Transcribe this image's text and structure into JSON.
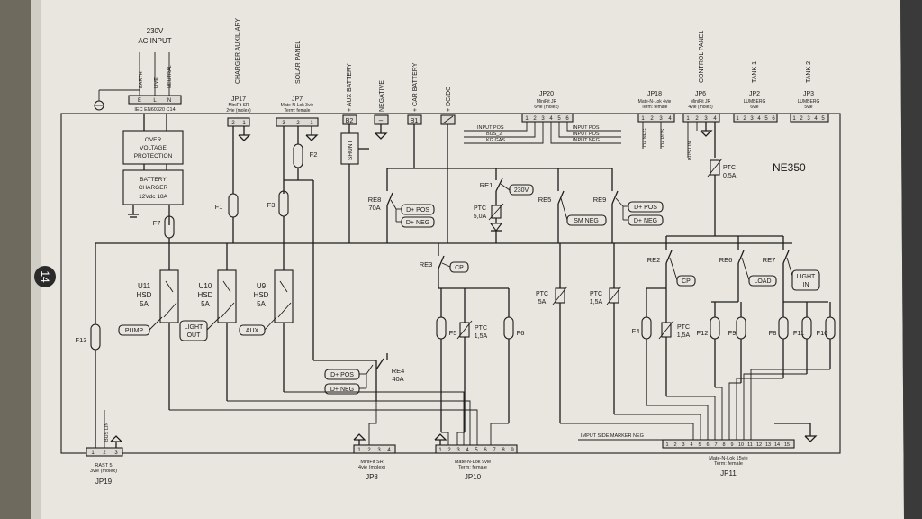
{
  "page": {
    "number": "14",
    "model": "NE350"
  },
  "ac_input": {
    "title_line1": "230V",
    "title_line2": "AC INPUT",
    "earth": "EARTH",
    "live": "LIVE",
    "neutral": "NEUTRAL",
    "pins": [
      "E",
      "L",
      "N"
    ],
    "connector": "IEC EN60320 C14"
  },
  "blocks": {
    "ovp": [
      "OVER",
      "VOLTAGE",
      "PROTECTION"
    ],
    "charger": [
      "BATTERY",
      "CHARGER",
      "12Vdc 18A"
    ]
  },
  "top_connectors": {
    "charger_aux": "CHARGER AUXILIARY",
    "jp17": "JP17",
    "jp17_desc": [
      "MiniFit SR",
      "2vie (molex)"
    ],
    "jp17_pins": [
      "2",
      "1"
    ],
    "solar": "SOLAR PANEL",
    "jp7": "JP7",
    "jp7_desc": [
      "Mate-N-Lok 3vie",
      "Term: female"
    ],
    "jp7_pins": [
      "3",
      "2",
      "1"
    ],
    "aux_battery": "+ AUX BATTERY",
    "b2": "B2",
    "negative": "NEGATIVE",
    "minus": "–",
    "car_battery": "+ CAR BATTERY",
    "b1": "B1",
    "dcdc": "+ DC/DC",
    "jp20": "JP20",
    "jp20_desc": [
      "MiniFit JR",
      "6vie (molex)"
    ],
    "jp20_pins": [
      "1",
      "2",
      "3",
      "4",
      "5",
      "6"
    ],
    "jp18": "JP18",
    "jp18_desc": [
      "Mate-N-Lok 4vie",
      "Term: female"
    ],
    "jp18_pins": [
      "1",
      "2",
      "3",
      "4"
    ],
    "control_panel": "CONTROL PANEL",
    "jp6": "JP6",
    "jp6_desc": [
      "MiniFit JR",
      "4vie (molex)"
    ],
    "jp6_pins": [
      "1",
      "2",
      "3",
      "4"
    ],
    "tank1": "TANK 1",
    "jp2": "JP2",
    "jp2_desc": "LUMBERG",
    "jp2_sub": "6vie",
    "jp2_pins": [
      "1",
      "2",
      "3",
      "4",
      "5",
      "6"
    ],
    "tank2": "TANK 2",
    "jp3": "JP3",
    "jp3_desc": "LUMBERG",
    "jp3_sub": "5vie",
    "jp3_pins": [
      "1",
      "2",
      "3",
      "4",
      "5"
    ]
  },
  "signals": {
    "input_pos_l": "INPUT POS",
    "bus2": "BUS_2",
    "kg_gas": "KG GAS",
    "input_pos_r": "INPUT POS",
    "input_pos_r2": "INPUT POS",
    "input_neg": "INPUT NEG",
    "dplus_neg": "D+ NEG",
    "dplus_pos": "D+ POS",
    "bus_lin_top": "BUS LIN",
    "bus_lin_bottom": "BUS LIN",
    "side_marker": "IMPUT SIDE MARKER NEG"
  },
  "components": {
    "f2": "F2",
    "f1": "F1",
    "f3": "F3",
    "f7": "F7",
    "f13": "F13",
    "shunt": "SHUNT",
    "re8": "RE8",
    "re8_rating": "70A",
    "re8_pos": "D+ POS",
    "re8_neg": "D+ NEG",
    "re1": "RE1",
    "re1_v": "230V",
    "ptc_5a": [
      "PTC",
      "5,0A"
    ],
    "re5": "RE5",
    "re5_tag": "SM NEG",
    "re9": "RE9",
    "re9_pos": "D+ POS",
    "re9_neg": "D+ NEG",
    "ptc_top_r": [
      "PTC",
      "0,5A"
    ],
    "re3": "RE3",
    "re3_tag": "CP",
    "re2": "RE2",
    "re2_tag": "CP",
    "re6": "RE6",
    "re6_tag": "LOAD",
    "re7": "RE7",
    "re7_tag": [
      "LIGHT",
      "IN"
    ],
    "u11": [
      "U11",
      "HSD",
      "5A"
    ],
    "u10": [
      "U10",
      "HSD",
      "5A"
    ],
    "u9": [
      "U9",
      "HSD",
      "5A"
    ],
    "pump": "PUMP",
    "light_out": [
      "LIGHT",
      "OUT"
    ],
    "aux": "AUX",
    "re4": "RE4",
    "re4_rating": "40A",
    "re4_pos": "D+ POS",
    "re4_neg": "D+ NEG",
    "f5": "F5",
    "ptc_15_a": [
      "PTC",
      "1,5A"
    ],
    "f6": "F6",
    "ptc_mid1": [
      "PTC",
      "5A"
    ],
    "ptc_mid2": [
      "PTC",
      "1,5A"
    ],
    "f4": "F4",
    "ptc_15_b": [
      "PTC",
      "1,5A"
    ],
    "f12": "F12",
    "f9": "F9",
    "f8": "F8",
    "f11": "F11",
    "f10": "F10"
  },
  "bottom_connectors": {
    "jp19": "JP19",
    "jp19_desc": [
      "RAST 5",
      "3vie (molex)"
    ],
    "jp19_pins": [
      "1",
      "2",
      "3"
    ],
    "jp8": "JP8",
    "jp8_desc": [
      "MiniFit SR",
      "4vie (molex)"
    ],
    "jp8_pins": [
      "1",
      "2",
      "3",
      "4"
    ],
    "jp10": "JP10",
    "jp10_desc": [
      "Mate-N-Lok 9vie",
      "Term: female"
    ],
    "jp10_pins": [
      "1",
      "2",
      "3",
      "4",
      "5",
      "6",
      "7",
      "8",
      "9"
    ],
    "jp11": "JP11",
    "jp11_desc": [
      "Mate-N-Lok 15vie",
      "Term: female"
    ],
    "jp11_pins": [
      "1",
      "2",
      "3",
      "4",
      "5",
      "6",
      "7",
      "8",
      "9",
      "10",
      "11",
      "12",
      "13",
      "14",
      "15"
    ]
  },
  "colors": {
    "paper": "#e8e6df",
    "ink": "#1c1c1c",
    "background": "#6e6a5e"
  }
}
